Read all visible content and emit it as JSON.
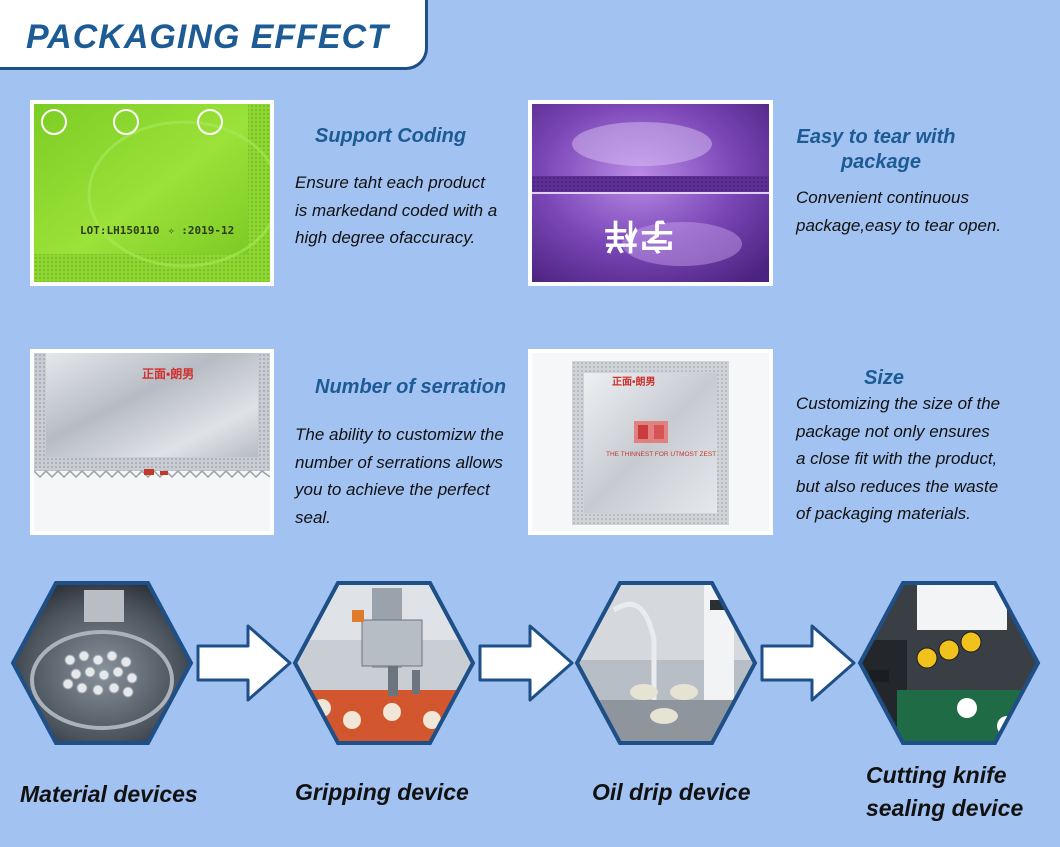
{
  "header": {
    "title": "PACKAGING EFFECT"
  },
  "features": [
    {
      "title": "Support Coding",
      "desc": [
        "Ensure taht each product",
        "is markedand coded with a",
        "high degree ofaccuracy."
      ]
    },
    {
      "title_lines": [
        "Easy to tear with",
        "package"
      ],
      "desc": [
        "Convenient continuous",
        "package,easy to tear open."
      ]
    },
    {
      "title": "Number of serration",
      "desc": [
        "The ability to customizw the",
        "number of serrations allows",
        "you to achieve the perfect",
        "seal."
      ]
    },
    {
      "title": "Size",
      "desc": [
        "Customizing the size of the",
        "package not only ensures",
        "a close fit with the product,",
        "but also reduces the waste",
        "of packaging materials."
      ]
    }
  ],
  "photo_text": {
    "coding_lot": "LOT:LH150110",
    "coding_date": "✧ :2019-12",
    "brand": "正面•朗男",
    "tear_mark": "字样",
    "condom_tagline": "THE THINNEST FOR UTMOST ZEST"
  },
  "process": [
    {
      "label_lines": [
        "Material devices"
      ]
    },
    {
      "label_lines": [
        "Gripping device"
      ]
    },
    {
      "label_lines": [
        "Oil drip device"
      ]
    },
    {
      "label_lines": [
        "Cutting knife",
        "sealing device"
      ]
    }
  ],
  "colors": {
    "background": "#a2c2f1",
    "title_blue": "#1d5b95",
    "hex_border": "#1e4f86",
    "coding_green": "#86d42a",
    "tear_purple": "#6a3aa8"
  }
}
